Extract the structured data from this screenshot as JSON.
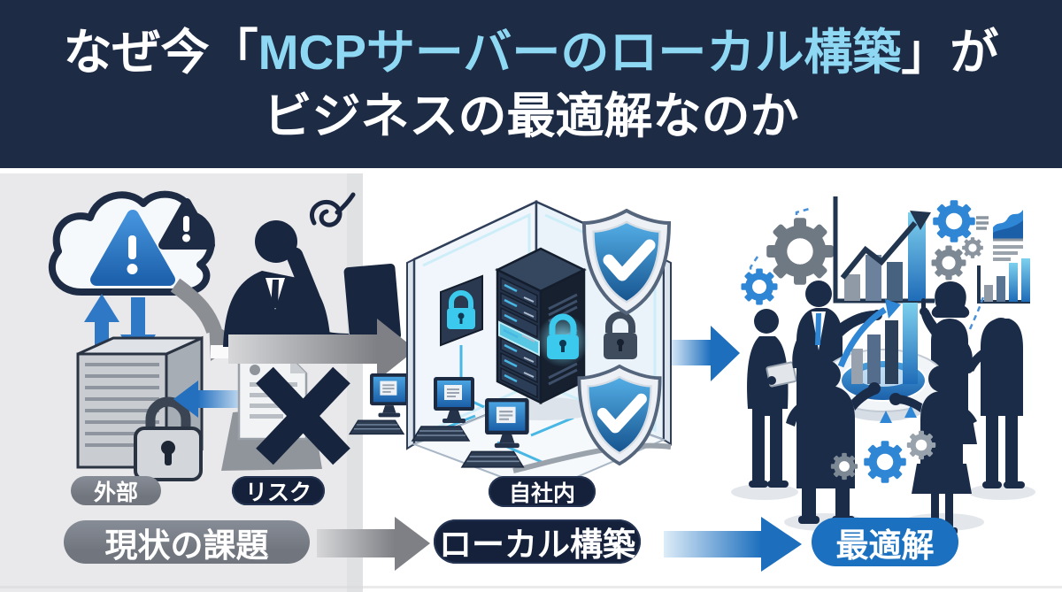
{
  "title": {
    "line1_pre": "なぜ今「",
    "line1_highlight": "MCPサーバーのローカル構築",
    "line1_post": "」が",
    "line2": "ビジネスの最適解なのか"
  },
  "pills": {
    "external": "外部",
    "risk": "リスク",
    "current_issues": "現状の課題",
    "in_house": "自社内",
    "local_build": "ローカル構築",
    "optimal_solution": "最適解"
  },
  "flow_steps": [
    {
      "label": "現状の課題",
      "tone": "gray"
    },
    {
      "label": "ローカル構築",
      "tone": "navy"
    },
    {
      "label": "最適解",
      "tone": "blue"
    }
  ],
  "icons": [
    "cloud-warning-icon",
    "alert-triangle-icon",
    "upload-arrow-icon",
    "download-arrow-icon",
    "curved-flow-arrow-icon",
    "frustrated-worker-icon",
    "stress-squiggle-icon",
    "monitor-icon",
    "locked-server-icon",
    "padlock-icon",
    "rejected-document-icon",
    "cross-icon",
    "secure-server-room-icon",
    "server-rack-icon",
    "shield-check-icon",
    "workstation-icon",
    "team-collaboration-icon",
    "growth-chart-icon",
    "gear-icon",
    "platform-icon",
    "flow-arrow-icon"
  ],
  "colors": {
    "header_bg": "#1d2b45",
    "title_highlight": "#8fd8f3",
    "left_panel_bg": "#e9e9eb",
    "navy": "#17243d",
    "blue_accent": "#2e86d4",
    "cyan_accent": "#3cc9ee",
    "gray_pill": "#71767e",
    "navy_pill": "#15213a",
    "blue_pill": "#1b71bf",
    "arrow_gray": "#7e8085",
    "arrow_blue": "#1d6fbe"
  }
}
